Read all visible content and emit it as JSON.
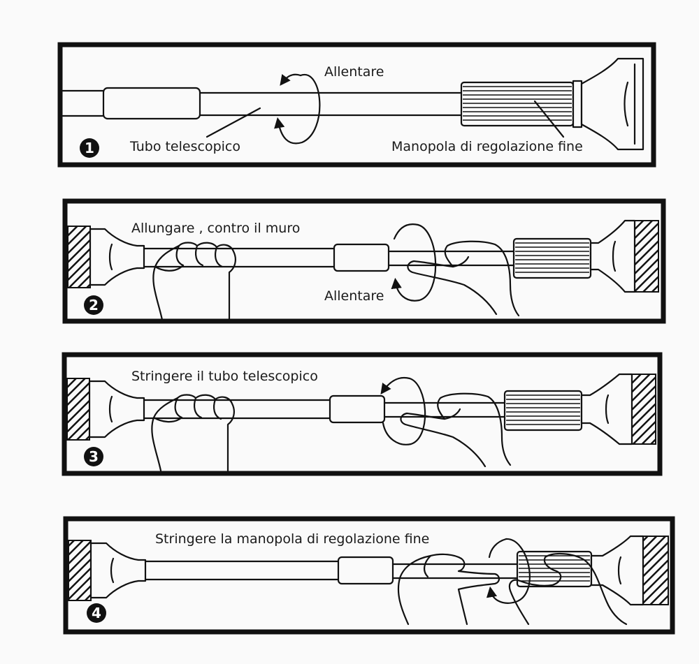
{
  "steps": [
    {
      "number": "1",
      "labels": {
        "loosen": "Allentare",
        "telescopic_tube": "Tubo telescopico",
        "fine_adjust_knob": "Manopola di regolazione fine"
      }
    },
    {
      "number": "2",
      "labels": {
        "extend": "Allungare , contro il muro",
        "loosen": "Allentare"
      }
    },
    {
      "number": "3",
      "labels": {
        "tighten_tube": "Stringere il tubo telescopico"
      }
    },
    {
      "number": "4",
      "labels": {
        "tighten_knob": "Stringere la manopola di regolazione fine"
      }
    }
  ]
}
